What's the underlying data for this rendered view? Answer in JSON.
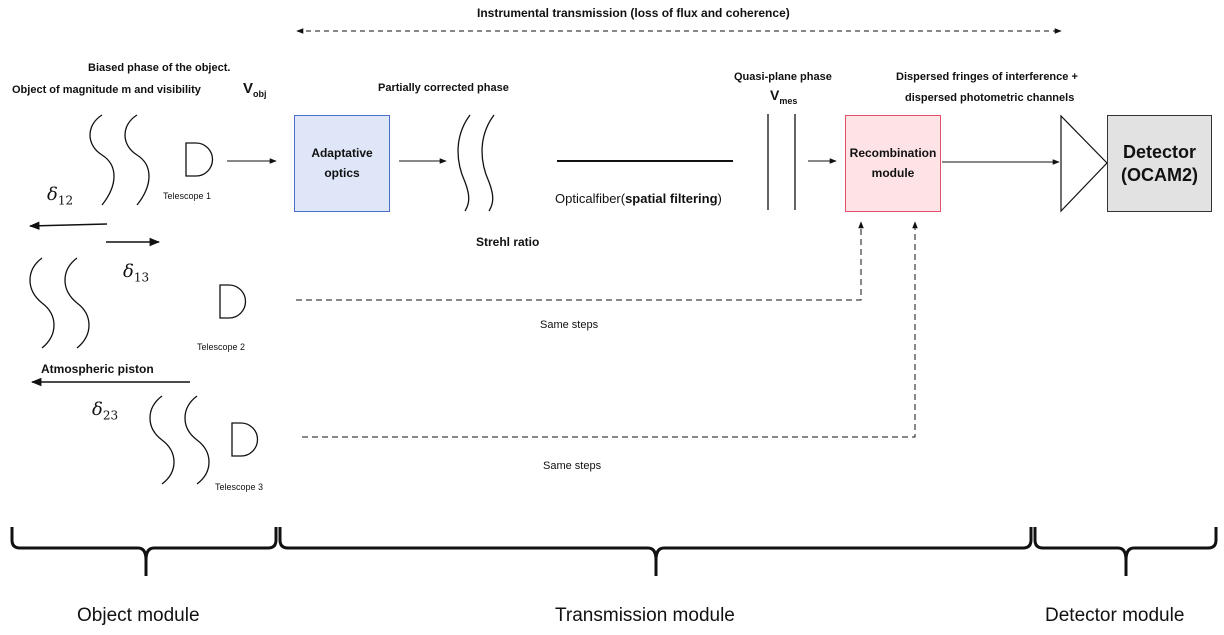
{
  "title": "Instrumental transmission (loss of flux and coherence)",
  "object_text": {
    "line1": "Biased phase of the object.",
    "line2": "Object of magnitude m and visibility",
    "v_letter": "V",
    "v_sub": "obj"
  },
  "partial_phase": "Partially corrected phase",
  "quasi": {
    "line1": "Quasi-plane phase",
    "v_letter": "V",
    "v_sub": "mes"
  },
  "dispersed": {
    "line1": "Dispersed fringes of interference +",
    "line2": "dispersed photometric channels"
  },
  "boxes": {
    "adaptive_optics": "Adaptative optics",
    "recombination": "Recombination module",
    "detector_line1": "Detector",
    "detector_line2": "(OCAM2)"
  },
  "fiber": {
    "prefix": "Opticalfiber(",
    "bold": "spatial filtering",
    "suffix": ")"
  },
  "strehl": "Strehl ratio",
  "telescopes": [
    "Telescope 1",
    "Telescope 2",
    "Telescope 3"
  ],
  "deltas": [
    {
      "sym": "δ",
      "sub": "12"
    },
    {
      "sym": "δ",
      "sub": "13"
    },
    {
      "sym": "δ",
      "sub": "23"
    }
  ],
  "atmospheric": "Atmospheric piston",
  "same_steps": [
    "Same steps",
    "Same steps"
  ],
  "modules": [
    "Object module",
    "Transmission module",
    "Detector module"
  ]
}
